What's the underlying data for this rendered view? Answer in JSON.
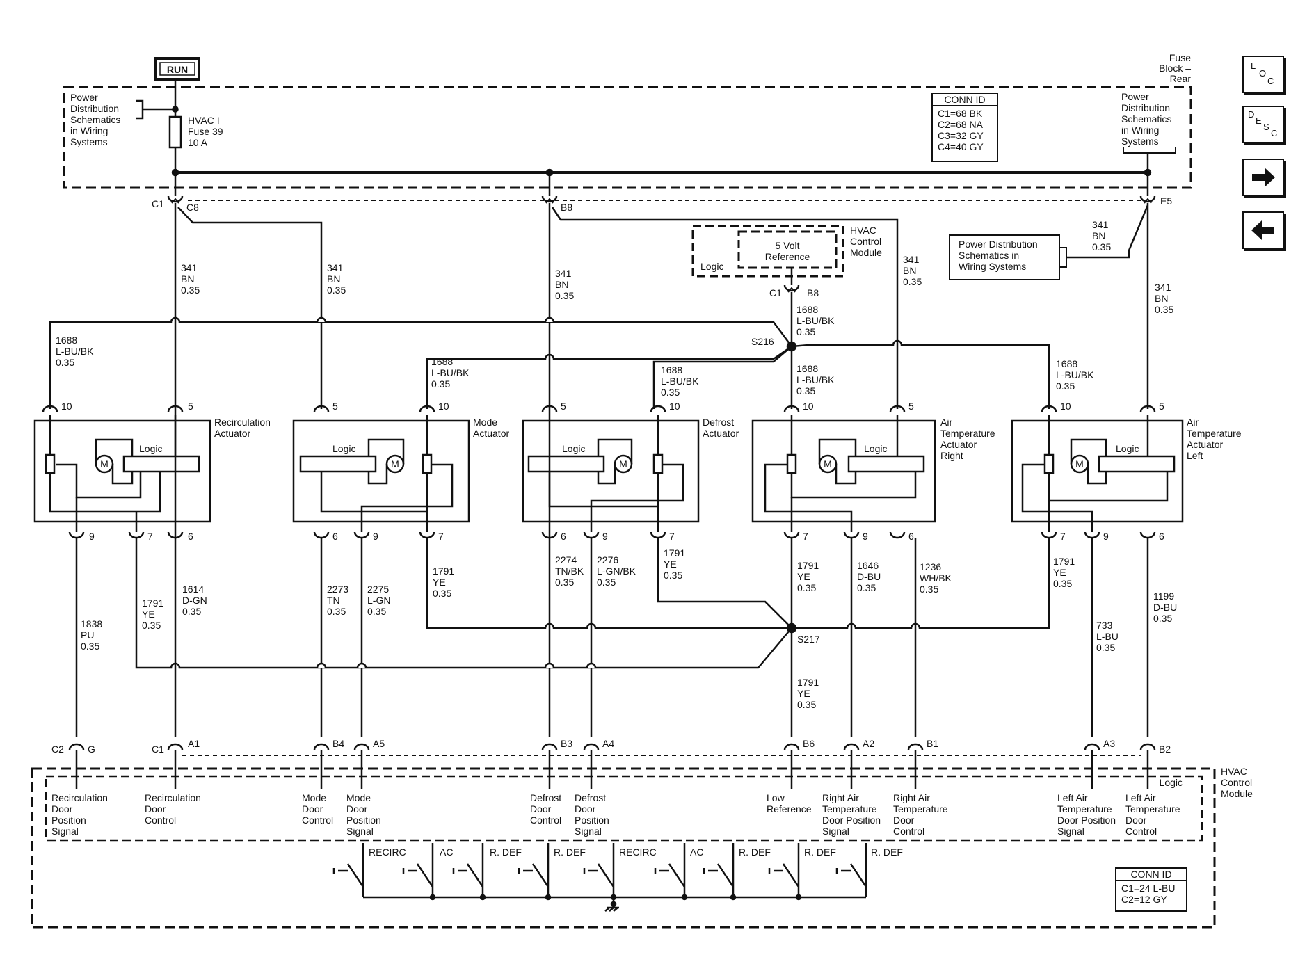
{
  "run_label": "RUN",
  "fuse_block": [
    "Fuse",
    "Block –",
    "Rear"
  ],
  "pd_schem": [
    "Power",
    "Distribution",
    "Schematics",
    "in Wiring",
    "Systems"
  ],
  "pd_schem_mid": [
    "Power Distribution",
    "Schematics in",
    "Wiring Systems"
  ],
  "fuse": [
    "HVAC I",
    "Fuse 39",
    "10 A"
  ],
  "conn_top": {
    "title": "CONN ID",
    "rows": [
      "C1=68 BK",
      "C2=68 NA",
      "C3=32 GY",
      "C4=40 GY"
    ]
  },
  "conn_bottom": {
    "title": "CONN ID",
    "rows": [
      "C1=24 L-BU",
      "C2=12 GY"
    ]
  },
  "hvac_module_top": [
    "HVAC",
    "Control",
    "Module"
  ],
  "hvac_module_bottom": [
    "HVAC",
    "Control",
    "Module"
  ],
  "logic": "Logic",
  "five_volt": [
    "5 Volt",
    "Reference"
  ],
  "m": "M",
  "wire_341": [
    "341",
    "BN",
    "0.35"
  ],
  "wire_1688": [
    "1688",
    "L-BU/BK",
    "0.35"
  ],
  "splices": {
    "s216": "S216",
    "s217": "S217"
  },
  "connectors_top": {
    "c1": "C1",
    "c8": "C8",
    "b8": "B8",
    "e5": "E5",
    "c1b": "C1",
    "b8b": "B8"
  },
  "actuators": {
    "recirc": [
      "Recirculation",
      "Actuator"
    ],
    "mode": [
      "Mode",
      "Actuator"
    ],
    "defrost": [
      "Defrost",
      "Actuator"
    ],
    "air_right": [
      "Air",
      "Temperature",
      "Actuator",
      "Right"
    ],
    "air_left": [
      "Air",
      "Temperature",
      "Actuator",
      "Left"
    ]
  },
  "pins": {
    "p10": "10",
    "p5": "5",
    "p9": "9",
    "p7": "7",
    "p6": "6"
  },
  "wires_low": {
    "w1838": [
      "1838",
      "PU",
      "0.35"
    ],
    "w1791": [
      "1791",
      "YE",
      "0.35"
    ],
    "w1614": [
      "1614",
      "D-GN",
      "0.35"
    ],
    "w2273": [
      "2273",
      "TN",
      "0.35"
    ],
    "w2275": [
      "2275",
      "L-GN",
      "0.35"
    ],
    "w2274": [
      "2274",
      "TN/BK",
      "0.35"
    ],
    "w2276": [
      "2276",
      "L-GN/BK",
      "0.35"
    ],
    "w1646": [
      "1646",
      "D-BU",
      "0.35"
    ],
    "w1236": [
      "1236",
      "WH/BK",
      "0.35"
    ],
    "w733": [
      "733",
      "L-BU",
      "0.35"
    ],
    "w1199": [
      "1199",
      "D-BU",
      "0.35"
    ]
  },
  "bottom_conn": {
    "c2": "C2",
    "g": "G",
    "c1": "C1",
    "a1": "A1",
    "b4": "B4",
    "a5": "A5",
    "b3": "B3",
    "a4": "A4",
    "b6": "B6",
    "a2": "A2",
    "b1": "B1",
    "a3": "A3",
    "b2": "B2"
  },
  "signals": {
    "recirc_pos": [
      "Recirculation",
      "Door",
      "Position",
      "Signal"
    ],
    "recirc_ctrl": [
      "Recirculation",
      "Door",
      "Control"
    ],
    "mode_ctrl": [
      "Mode",
      "Door",
      "Control"
    ],
    "mode_pos": [
      "Mode",
      "Door",
      "Position",
      "Signal"
    ],
    "defrost_ctrl": [
      "Defrost",
      "Door",
      "Control"
    ],
    "defrost_pos": [
      "Defrost",
      "Door",
      "Position",
      "Signal"
    ],
    "low_ref": [
      "Low",
      "Reference"
    ],
    "right_pos": [
      "Right Air",
      "Temperature",
      "Door Position",
      "Signal"
    ],
    "right_ctrl": [
      "Right Air",
      "Temperature",
      "Door",
      "Control"
    ],
    "left_pos": [
      "Left Air",
      "Temperature",
      "Door Position",
      "Signal"
    ],
    "left_ctrl": [
      "Left Air",
      "Temperature",
      "Door",
      "Control"
    ]
  },
  "switches": [
    "RECIRC",
    "AC",
    "R. DEF",
    "R. DEF",
    "RECIRC",
    "AC",
    "R. DEF",
    "R. DEF",
    "R. DEF"
  ],
  "nav": {
    "loc": [
      "L",
      "O",
      "C"
    ],
    "desc": [
      "D",
      "E",
      "S",
      "C"
    ],
    "next_icon": "arrow-right-icon",
    "prev_icon": "arrow-left-icon"
  }
}
